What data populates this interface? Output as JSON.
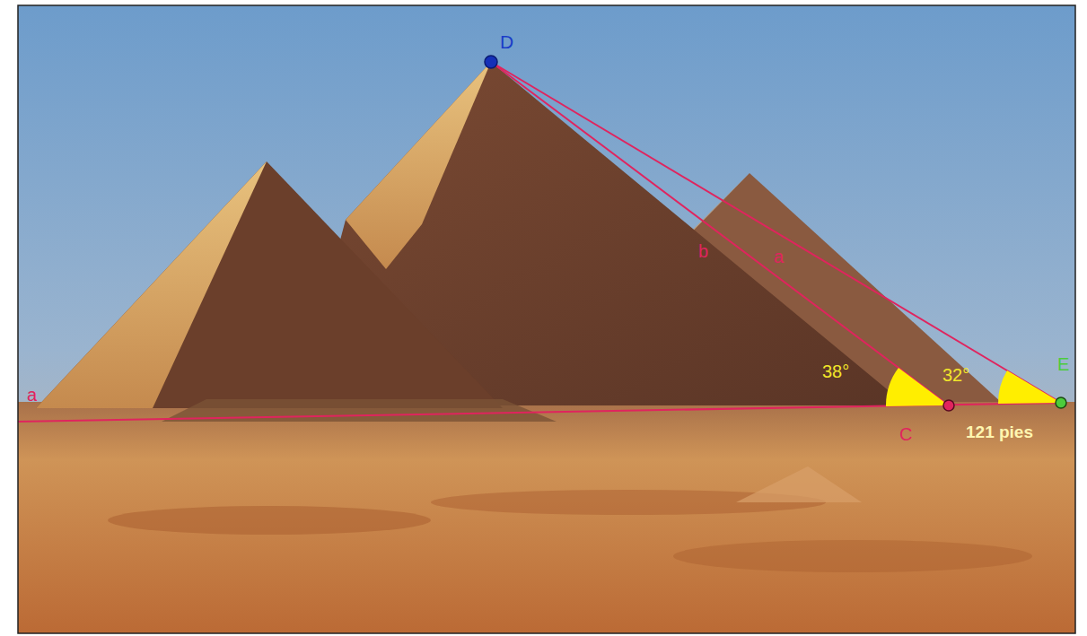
{
  "diagram": {
    "labels": [
      "D",
      "b",
      "a",
      "38°",
      "32°",
      "C",
      "E",
      "121 pies",
      "a"
    ]
  }
}
